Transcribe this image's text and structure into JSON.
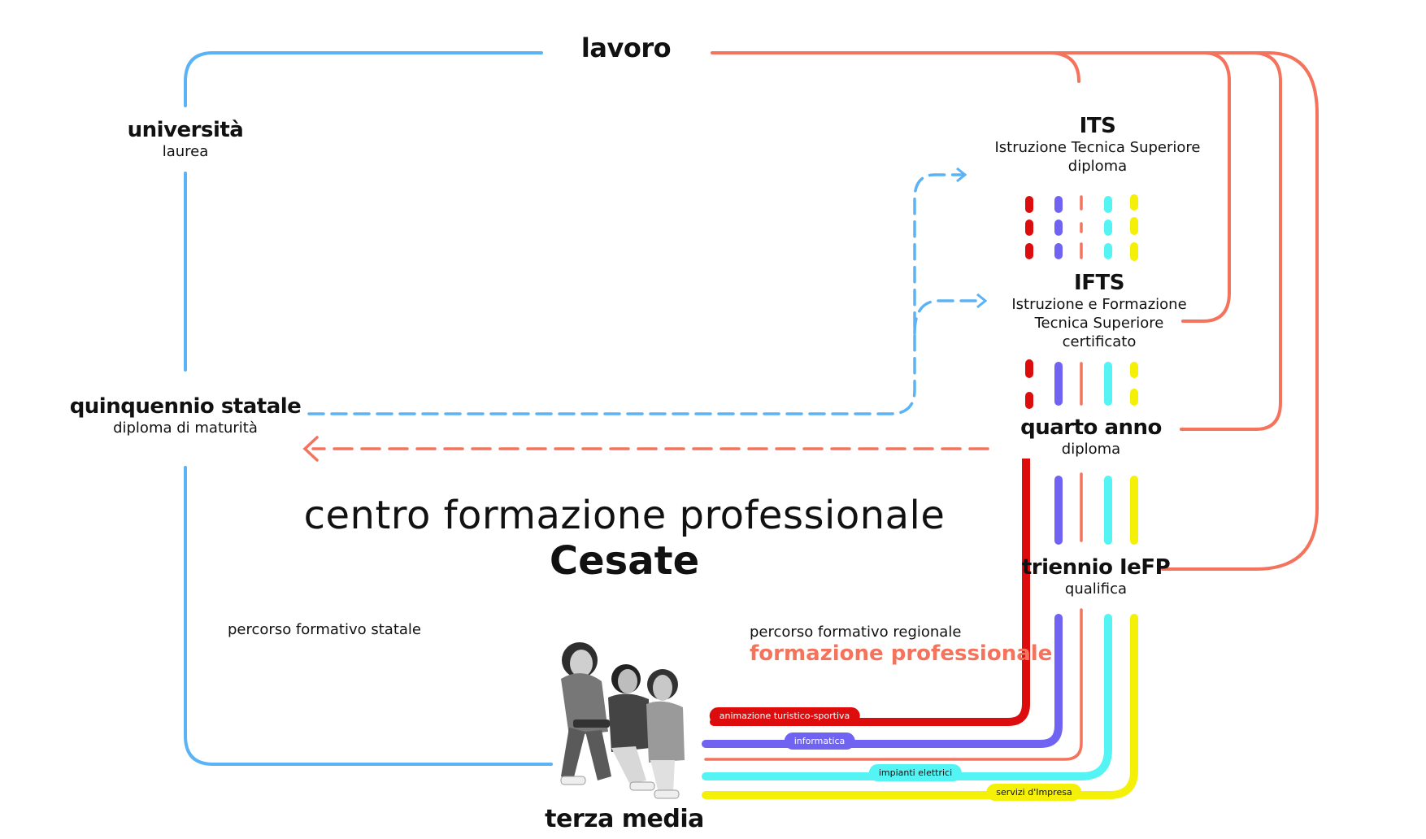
{
  "colors": {
    "blue": "#5bb3f5",
    "salmon": "#f4735c",
    "red": "#dd0d0d",
    "purple": "#7063f2",
    "cyan": "#55f4f4",
    "yellow": "#f5f007"
  },
  "nodes": {
    "lavoro": "lavoro",
    "universita": {
      "title": "università",
      "sub": "laurea"
    },
    "its": {
      "title": "ITS",
      "line1": "Istruzione Tecnica Superiore",
      "line2": "diploma"
    },
    "ifts": {
      "title": "IFTS",
      "line1": "Istruzione e Formazione",
      "line2": "Tecnica Superiore",
      "line3": "certificato"
    },
    "quinquennio": {
      "title": "quinquennio statale",
      "sub": "diploma di maturità"
    },
    "quarto": {
      "title": "quarto anno",
      "sub": "diploma"
    },
    "triennio": {
      "title": "triennio IeFP",
      "sub": "qualifica"
    },
    "terza_media": "terza media"
  },
  "center": {
    "line1": "centro formazione professionale",
    "line2": "Cesate"
  },
  "paths": {
    "statale": "percorso formativo statale",
    "regionale": "percorso formativo regionale",
    "regionale_accent": "formazione professionale"
  },
  "courses": [
    {
      "label": "animazione turistico-sportiva",
      "color_key": "red"
    },
    {
      "label": "informatica",
      "color_key": "purple"
    },
    {
      "label": "impianti elettrici",
      "color_key": "cyan"
    },
    {
      "label": "servizi d'Impresa",
      "color_key": "yellow"
    }
  ],
  "photo_icon": "students-photo"
}
